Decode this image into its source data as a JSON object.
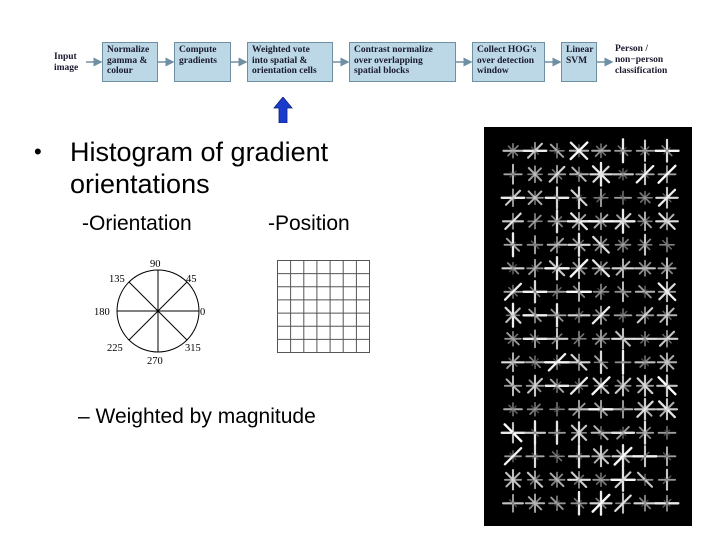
{
  "pipeline": {
    "input_label": "Input\nimage",
    "steps": [
      "Normalize\ngamma &\ncolour",
      "Compute\ngradients",
      "Weighted vote\ninto spatial &\norientation cells",
      "Contrast normalize\nover overlapping\nspatial blocks",
      "Collect HOG's\nover detection\nwindow",
      "Linear\nSVM"
    ],
    "output_label": "Person /\nnon−person\nclassification",
    "highlight_arrow_color": "#1a3ccc"
  },
  "bullet": {
    "marker": "•",
    "text": "Histogram of gradient orientations"
  },
  "orientation_label": "-Orientation",
  "position_label": "-Position",
  "compass": {
    "angles": [
      "90",
      "45",
      "0",
      "315",
      "270",
      "225",
      "180",
      "135"
    ]
  },
  "weighted_line": "– Weighted by magnitude"
}
